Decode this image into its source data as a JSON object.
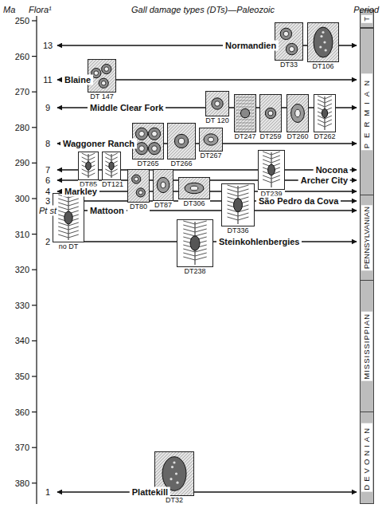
{
  "diagram": {
    "nodes": [
      {
        "text": [
          "DT33"
        ]
      },
      {
        "text": [
          "DT106"
        ]
      },
      {
        "text": [
          "DT 147"
        ]
      },
      {
        "text": [
          "DT 120"
        ]
      },
      {
        "text": [
          "DT247"
        ]
      },
      {
        "text": [
          "DT259"
        ]
      },
      {
        "text": [
          "DT260"
        ]
      },
      {
        "text": [
          "DT262"
        ]
      },
      {
        "text": [
          "DT265"
        ]
      },
      {
        "text": [
          "DT266"
        ]
      },
      {
        "text": [
          "DT267"
        ]
      },
      {
        "text": [
          "DT85"
        ]
      },
      {
        "text": [
          "DT121"
        ]
      },
      {
        "text": [
          "DT239"
        ]
      },
      {
        "text": [
          "DT80"
        ]
      },
      {
        "text": [
          "DT87"
        ]
      },
      {
        "text": [
          "DT306"
        ]
      },
      {
        "text": [
          "DT336"
        ]
      },
      {
        "text": [
          "no DT"
        ]
      },
      {
        "text": [
          "DT238"
        ]
      },
      {
        "text": [
          "DT32"
        ]
      },
      {
        "text": [
          "T"
        ]
      },
      {
        "text": [
          "PERMIAN"
        ]
      },
      {
        "text": [
          "PENNSYLVANIAN"
        ]
      },
      {
        "text": [
          "MISSISSIPPIAN"
        ]
      },
      {
        "text": [
          "DEVONIAN"
        ]
      }
    ],
    "labels": [
      "Ma",
      "Flora¹",
      "Gall damage types (DTs)—Paleozoic",
      "Period",
      "250",
      "260",
      "270",
      "280",
      "290",
      "300",
      "310",
      "320",
      "330",
      "340",
      "350",
      "360",
      "370",
      "380",
      "13",
      "11",
      "9",
      "8",
      "7",
      "6",
      "4",
      "3",
      "Pt st",
      "2",
      "1",
      "Normandien",
      "Blaine",
      "Middle Clear Fork",
      "Waggoner Ranch",
      "Nocona",
      "Archer City",
      "Markley",
      "São Pedro da Cova",
      "Mattoon",
      "Steinkohlenbergies",
      "Plattekill"
    ]
  }
}
